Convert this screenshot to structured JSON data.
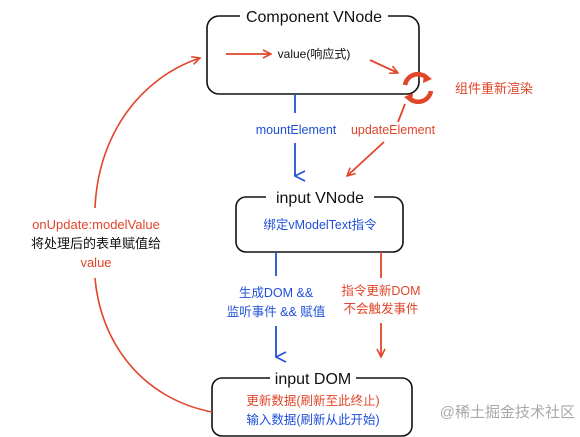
{
  "nodes": {
    "component": {
      "title": "Component VNode",
      "inner": "value(响应式)"
    },
    "input_vnode": {
      "title": "input VNode",
      "inner": "绑定vModelText指令"
    },
    "input_dom": {
      "title": "input DOM",
      "line1": "更新数据(刷新至此终止)",
      "line2": "输入数据(刷新从此开始)"
    }
  },
  "labels": {
    "rerender": "组件重新渲染",
    "mount": "mountElement",
    "update": "updateElement",
    "create_dom_1": "生成DOM &&",
    "create_dom_2": "监听事件 && 赋值",
    "directive_1": "指令更新DOM",
    "directive_2": "不会触发事件",
    "on_update_1": "onUpdate:modelValue",
    "on_update_2": "将处理后的表单赋值给",
    "on_update_3": "value"
  },
  "watermark": "@稀土掘金技术社区",
  "colors": {
    "red": "#e1452a",
    "blue": "#1f4fd8",
    "black": "#111111"
  },
  "icons": {
    "rerender": "refresh-cycle-icon"
  }
}
